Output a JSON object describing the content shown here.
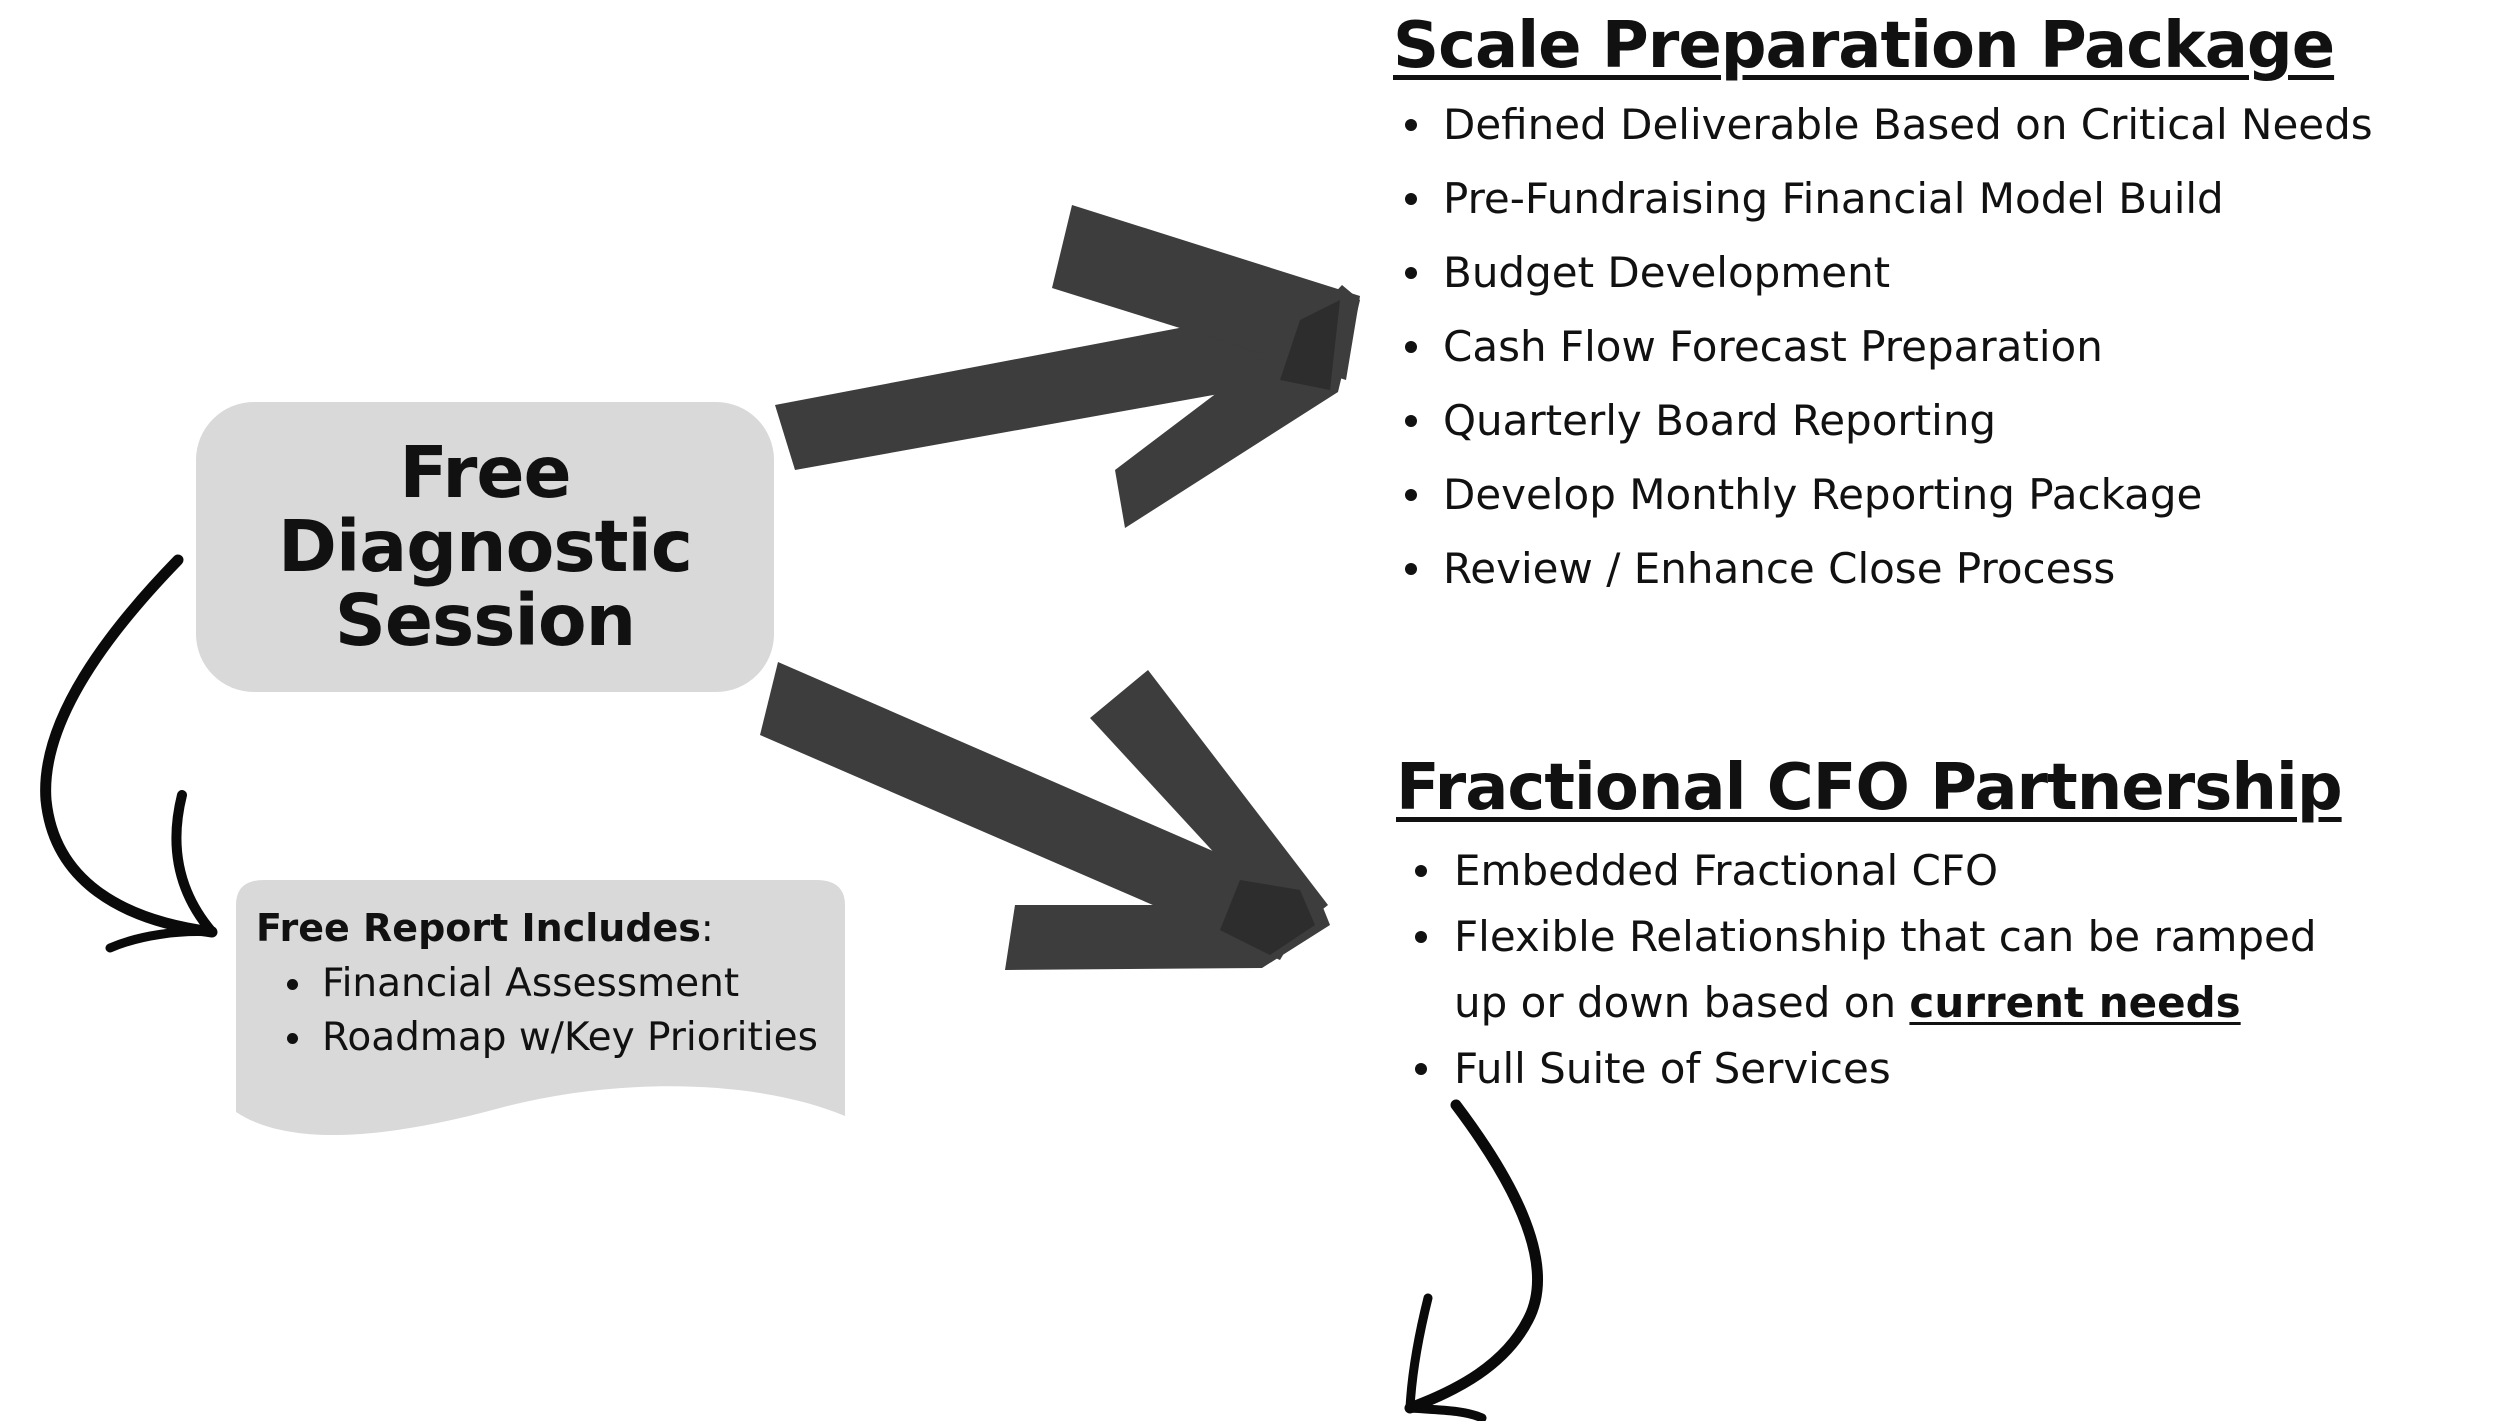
{
  "start": {
    "title_lines": [
      "Free",
      "Diagnostic",
      "Session"
    ]
  },
  "free_report": {
    "heading_bold": "Free Report Includes",
    "heading_suffix": ":",
    "items": [
      "Financial Assessment",
      "Roadmap w/Key Priorities"
    ]
  },
  "scale_package": {
    "title": "Scale Preparation Package",
    "items": [
      "Defined Deliverable Based on Critical Needs",
      "Pre-Fundraising Financial Model Build",
      "Budget Development",
      "Cash Flow Forecast Preparation",
      "Quarterly Board Reporting",
      "Develop Monthly Reporting Package",
      "Review / Enhance Close Process"
    ]
  },
  "cfo_partnership": {
    "title": "Fractional CFO Partnership",
    "item1": "Embedded Fractional CFO",
    "item2_line1": "Flexible Relationship that can be ramped",
    "item2_line2_prefix": "up or down based on ",
    "item2_emphasis": "current needs",
    "item3": "Full Suite of Services"
  },
  "colors": {
    "box_fill": "#d9d9d9",
    "marker_arrow": "#3d3d3d",
    "text": "#111111"
  }
}
